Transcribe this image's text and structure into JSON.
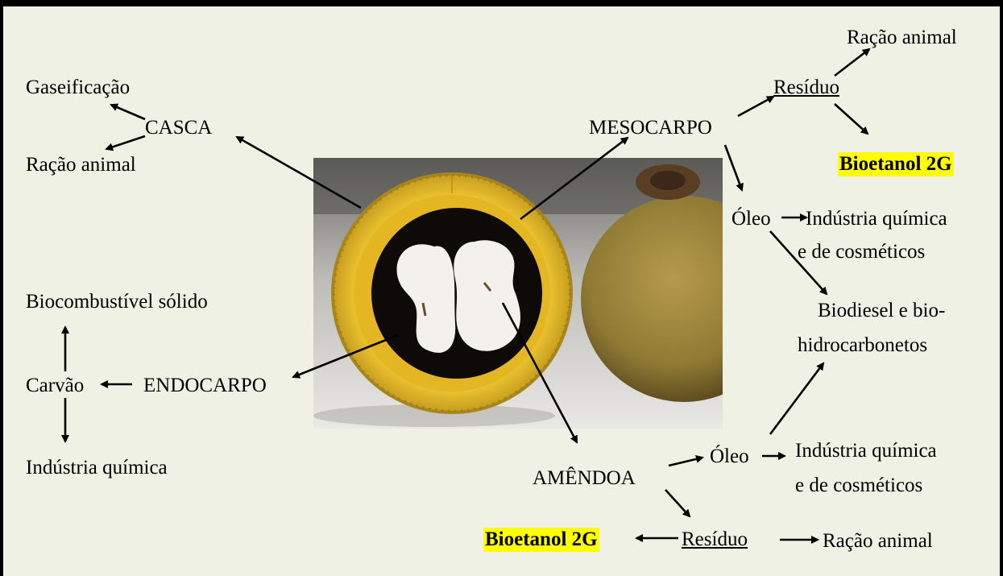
{
  "labels": {
    "casca": "CASCA",
    "gaseificacao": "Gaseificação",
    "racao_casca": "Ração animal",
    "mesocarpo": "MESOCARPO",
    "residuo_meso": "Resíduo",
    "racao_meso": "Ração animal",
    "bioetanol_meso": "Bioetanol 2G",
    "oleo_meso": "Óleo",
    "industria_meso_1": "Indústria química",
    "industria_meso_2": "e de cosméticos",
    "biodiesel_1": "Biodiesel e bio-",
    "biodiesel_2": "hidrocarbonetos",
    "biocombustivel": "Biocombustível sólido",
    "carvao": "Carvão",
    "endocarpo": "ENDOCARPO",
    "industria_quimica": "Indústria química",
    "amendoa": "AMÊNDOA",
    "oleo_amendoa": "Óleo",
    "industria_am_1": "Indústria química",
    "industria_am_2": "e de cosméticos",
    "bioetanol_am": "Bioetanol 2G",
    "residuo_am": "Resíduo",
    "racao_am": "Ração animal"
  },
  "colors": {
    "background": "#eef1e3",
    "highlight": "#ffff00",
    "fruit_peel": "#e8bf2a",
    "endocarp": "#0d0a08",
    "kernel": "#f4f1ec"
  }
}
